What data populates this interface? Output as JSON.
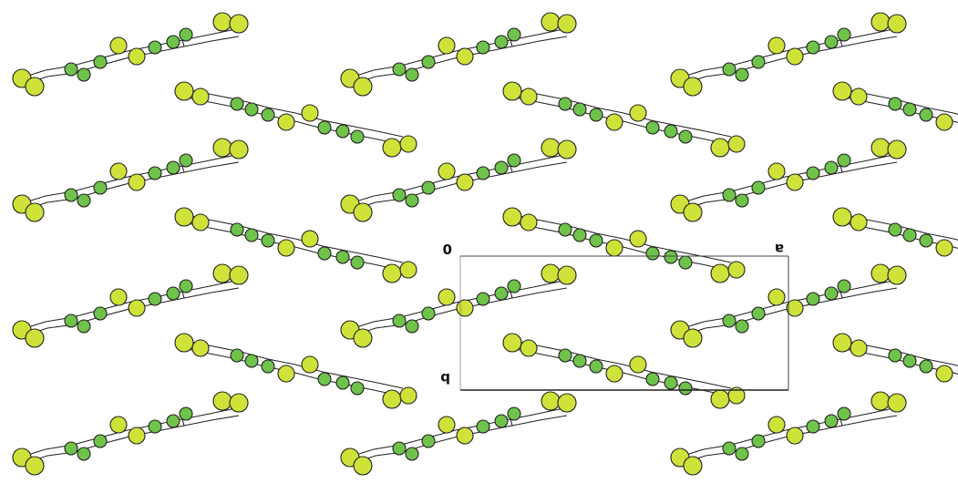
{
  "scene": {
    "background": "#ffffff",
    "atom_colors": {
      "terminal": "#cfe23a",
      "ring": "#6fc24a",
      "outline": "#222222",
      "bond": "#222222"
    }
  },
  "unit_cell": {
    "origin_label": "0",
    "a_label": "a",
    "b_label": "b"
  }
}
